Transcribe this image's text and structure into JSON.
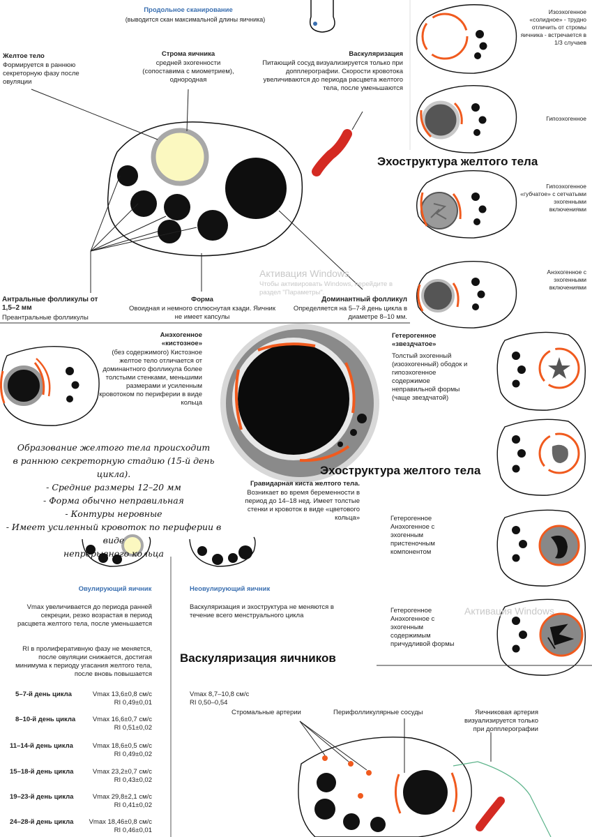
{
  "header": {
    "title": "Продольное сканирование",
    "subtitle": "(выводится скан максимальной длины яичника)"
  },
  "top_labels": {
    "corpus_title": "Желтое тело",
    "corpus_text": "Формируется в раннюю секреторную фазу после овуляции",
    "stroma_title": "Строма яичника",
    "stroma_text": "средней эхогенности (сопоставима с миометрием), однородная",
    "vasc_title": "Васкуляризация",
    "vasc_text": "Питающий сосуд визуализируется только при допплерографии. Скорости кровотока увеличиваются до периода расцвета желтого тела, после уменьшаются",
    "antral_title": "Антральные фолликулы от 1,5–2 мм",
    "antral_text": "Преантральные фолликулы",
    "shape_title": "Форма",
    "shape_text": "Овоидная и немного сплюснутая кзади. Яичник не имеет капсулы",
    "dominant_title": "Доминантный фолликул",
    "dominant_text": "Определяется на 5–7-й день цикла в диаметре 8–10 мм."
  },
  "watermark": {
    "line1": "Активация Windows",
    "line2": "Чтобы активировать Windows, перейдите в",
    "line3": "раздел \"Параметры\"."
  },
  "right_panel": {
    "solid": "Изоэхогенное «солидное» - трудно отличить от стромы яичника - встречается в 1/3 случаев",
    "hypo": "Гипоэхогенное",
    "heading": "Эхоструктура желтого тела",
    "spongy": "Гипоэхогенное «губчатое» с сетчатыми эхогенными включениями",
    "anechoic": "Анэхогенное с эхогенными включениями"
  },
  "mid": {
    "cystic_title": "Анэхогенное «кистозное»",
    "cystic_text": "(без содержимого) Кистозное желтое тело отличается от доминантного фолликула более толстыми стенками, меньшими размерами и усиленным кровотоком по периферии в виде кольца",
    "star_title": "Гетерогенное «звездчатое»",
    "star_text": "Толстый эхогенный (изоэхогенный) ободок и гипоэхогенное содержимое неправильной формы (чаще звездчатой)",
    "heading2": "Эхоструктура желтого тела",
    "cyst_title": "Гравидарная киста желтого тела.",
    "cyst_text": "Возникает во время беременности в период до 14–18 нед. Имеет толстые стенки и кровоток в виде «цветового кольца»",
    "het1": "Гетерогенное Анэхогенное с эхогенным пристеночным компонентом",
    "het2": "Гетерогенное Анэхогенное с эхогенным содержимым причудливой формы"
  },
  "handnote": [
    "Образование желтого тела происходит",
    "в раннюю секреторную стадию (15-й день цикла).",
    "- Средние размеры 12–20 мм",
    "- Форма обычно неправильная",
    "- Контуры неровные",
    "- Имеет усиленный кровоток по периферии в виде",
    "непрерывного кольца"
  ],
  "ovul": {
    "title": "Овулирующий яичник",
    "vmax": "Vmax увеличивается до периода ранней секреции, резко возрастая в период расцвета желтого тела, после уменьшается",
    "ri": "RI в пролиферативную фазу не меняется, после овуляции снижается, достигая минимума к периоду угасания желтого тела, после вновь повышается",
    "rows": [
      {
        "day": "5–7-й день цикла",
        "vmax": "Vmax 13,6±0,8 см/с",
        "ri": "RI 0,49±0,01"
      },
      {
        "day": "8–10-й день цикла",
        "vmax": "Vmax 16,6±0,7 см/с",
        "ri": "RI 0,51±0,02"
      },
      {
        "day": "11–14-й день цикла",
        "vmax": "Vmax 18,6±0,5 см/с",
        "ri": "RI 0,49±0,02"
      },
      {
        "day": "15–18-й день цикла",
        "vmax": "Vmax 23,2±0,7 см/с",
        "ri": "RI 0,43±0,02"
      },
      {
        "day": "19–23-й день цикла",
        "vmax": "Vmax 29,8±2,1 см/с",
        "ri": "RI 0,41±0,02"
      },
      {
        "day": "24–28-й день цикла",
        "vmax": "Vmax 18,46±0,8 см/с",
        "ri": "RI 0,46±0,01"
      }
    ]
  },
  "nonovul": {
    "title": "Неовулирующий яичник",
    "text": "Васкуляризация и эхоструктура не меняются в течение всего менструального цикла",
    "vmax": "Vmax 8,7–10,8 см/с",
    "ri": "RI 0,50–0,54"
  },
  "vasc_heading": "Васкуляризация яичников",
  "vessels": {
    "stromal": "Стромальные артерии",
    "perifoll": "Перифолликулярные сосуды",
    "ovarian": "Яичниковая артерия визуализируется только при допплерографии"
  },
  "colors": {
    "orange": "#f05a1e",
    "red": "#d42a22",
    "blue": "#3a6fb0",
    "black": "#111111",
    "yellow": "#fbf8c0"
  }
}
